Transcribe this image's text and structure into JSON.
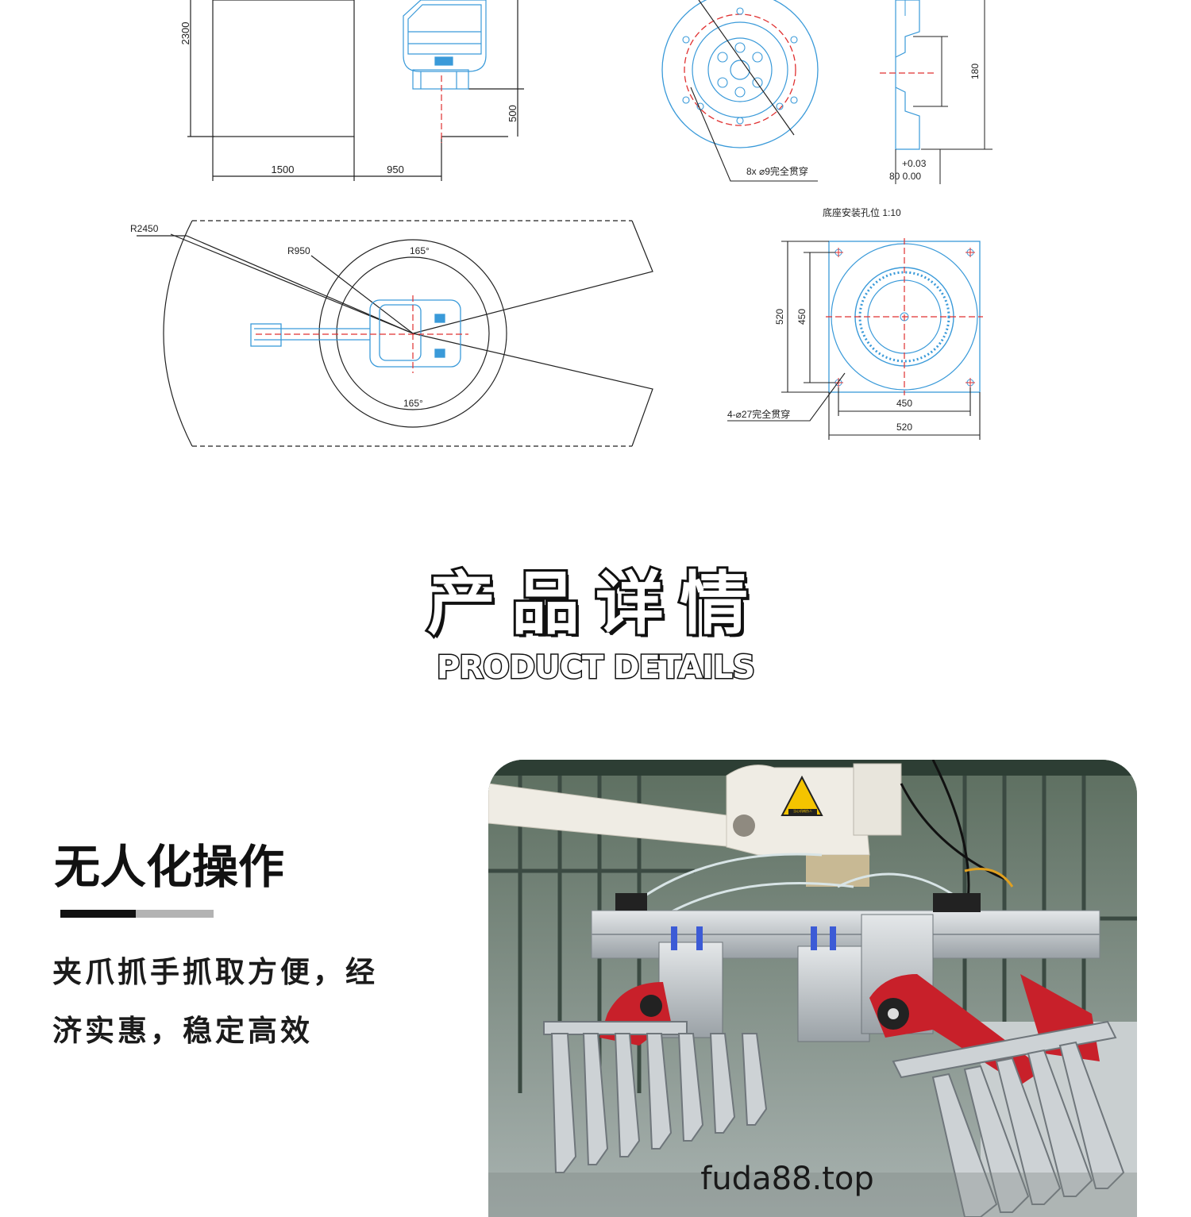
{
  "drawing": {
    "dims": {
      "h2300": "2300",
      "w1500": "1500",
      "w950": "950",
      "h500": "500",
      "h180": "180",
      "tol_plus": "+0.03",
      "tol_base": "80 0.00",
      "holes8": "8x ⌀9完全贯穿",
      "r2450": "R2450",
      "r950": "R950",
      "ang_top": "165°",
      "ang_bottom": "165°",
      "base_title": "底座安装孔位 1:10",
      "v520": "520",
      "v450": "450",
      "h450": "450",
      "h520": "520",
      "holes4": "4-⌀27完全贯穿"
    }
  },
  "section": {
    "title_cn": "产品详情",
    "title_en": "PRODUCT DETAILS"
  },
  "feature": {
    "title": "无人化操作",
    "desc_line1": "夹爪抓手抓取方便，经",
    "desc_line2": "济实惠，稳定高效"
  },
  "photo": {
    "warning_label": "当心机械伤人",
    "watermark": "fuda88.top"
  },
  "colors": {
    "accent_blue": "#3a9ad9",
    "center_red": "#e03030",
    "gripper_red": "#c8202a"
  }
}
